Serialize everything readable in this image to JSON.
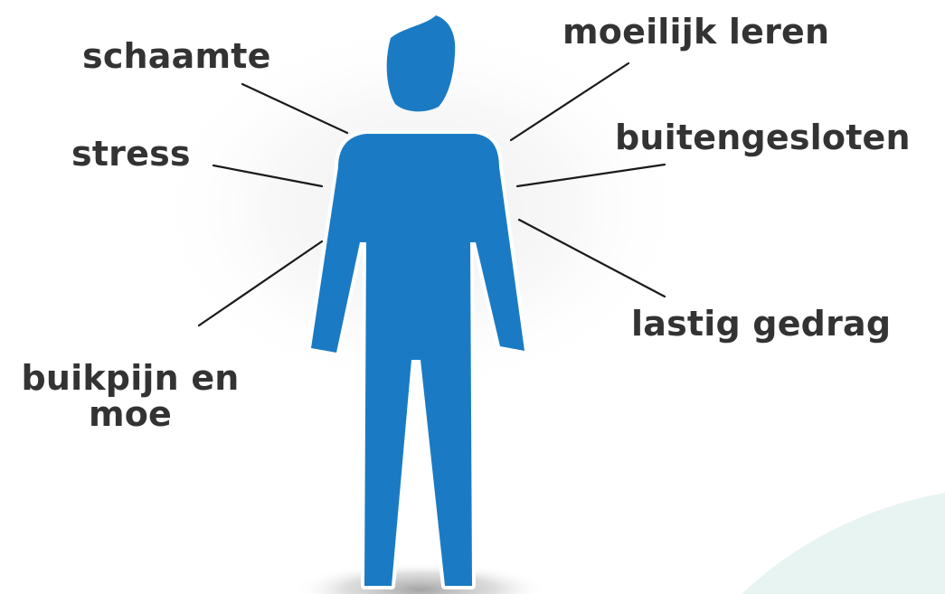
{
  "colors": {
    "figure": "#1a7bc4",
    "text": "#333333",
    "line": "#1a1a1a",
    "background": "#ffffff",
    "decor": "#e8f4f1",
    "shadow": "#bcbcbc"
  },
  "figure": {
    "icon": "person-silhouette-icon"
  },
  "labels": {
    "schaamte": "schaamte",
    "stress": "stress",
    "buikpijn_line1": "buikpijn en",
    "buikpijn_line2": "moe",
    "moeilijk_leren": "moeilijk leren",
    "buitengesloten": "buitengesloten",
    "lastig_gedrag": "lastig gedrag"
  }
}
